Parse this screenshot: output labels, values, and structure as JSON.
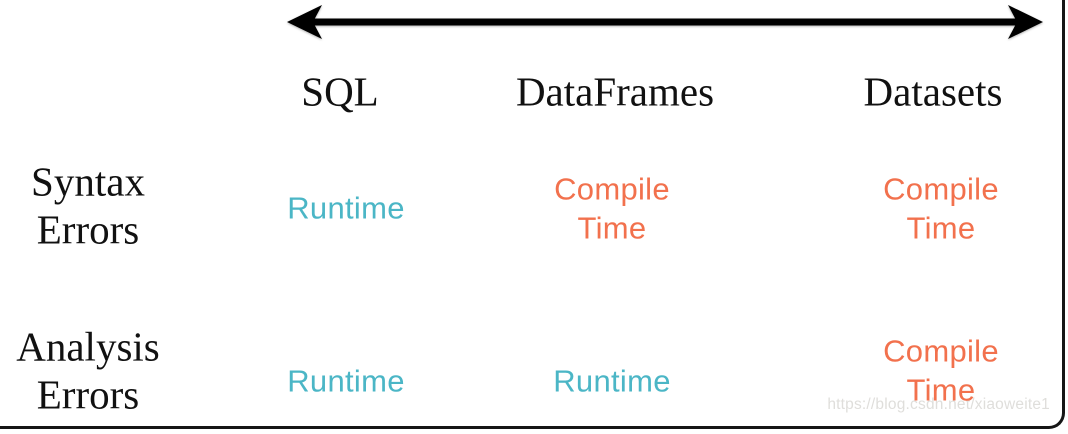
{
  "page": {
    "background_color": "#ffffff",
    "frame_border_color": "#161616"
  },
  "arrow": {
    "kind": "double-headed-horizontal",
    "color": "#000000"
  },
  "table": {
    "column_headers": [
      "SQL",
      "DataFrames",
      "Datasets"
    ],
    "row_headers": [
      "Syntax\nErrors",
      "Analysis\nErrors"
    ],
    "cells": [
      [
        "Runtime",
        "Compile\nTime",
        "Compile\nTime"
      ],
      [
        "Runtime",
        "Runtime",
        "Compile\nTime"
      ]
    ],
    "cell_colors": {
      "runtime": "#4bb6c6",
      "compile": "#f2714d"
    }
  },
  "watermark": {
    "text": "https://blog.csdn.net/xiaoweite1",
    "color": "#dfdedb"
  }
}
